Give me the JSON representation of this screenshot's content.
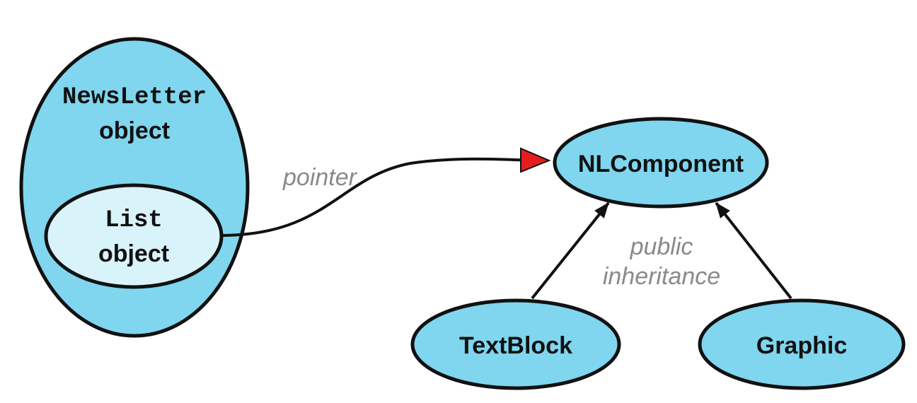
{
  "colors": {
    "object_fill": "#7fd6ee",
    "inner_fill": "#d9f3fb",
    "stroke": "#111111",
    "arrowhead": "#e41e1e",
    "label_gray": "#8a8a8a"
  },
  "newsletter": {
    "class_name": "NewsLetter",
    "kind": "object"
  },
  "list": {
    "class_name": "List",
    "kind": "object"
  },
  "nlcomponent": {
    "name": "NLComponent"
  },
  "textblock": {
    "name": "TextBlock"
  },
  "graphic": {
    "name": "Graphic"
  },
  "labels": {
    "pointer": "pointer",
    "public": "public",
    "inheritance": "inheritance"
  }
}
